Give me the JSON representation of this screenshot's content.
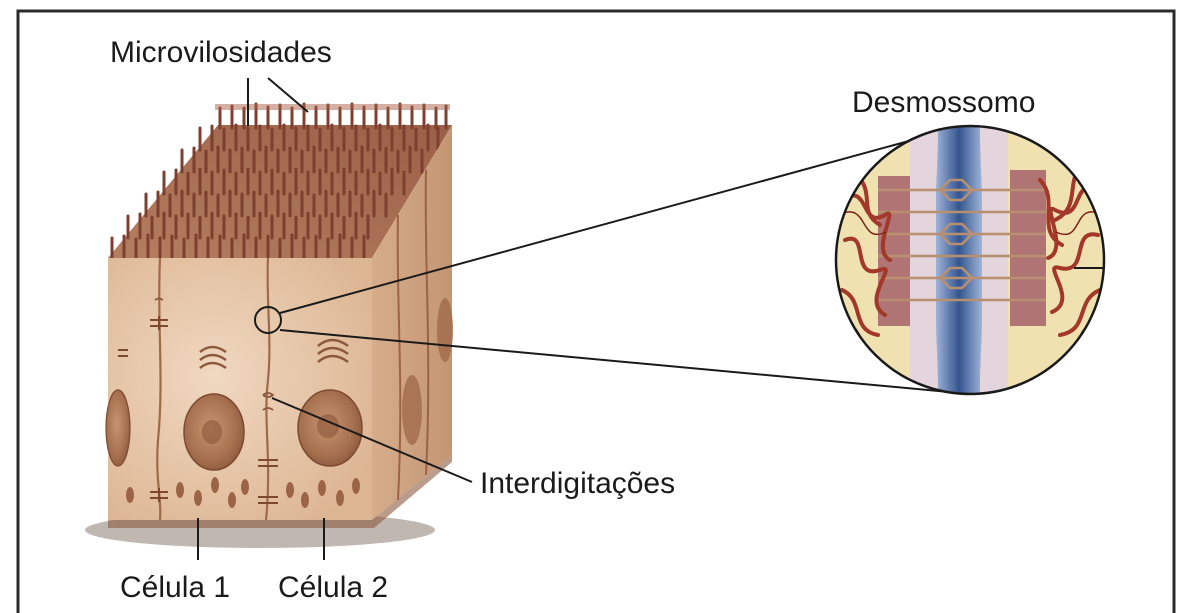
{
  "labels": {
    "microvilli": "Microvilosidades",
    "desmosome": "Desmossomo",
    "interdigitations": "Interdigitações",
    "cell1": "Célula 1",
    "cell2": "Célula 2"
  },
  "colors": {
    "frame": "#2b2b2b",
    "cell_front": "#e9cdb3",
    "cell_side": "#d9b393",
    "cell_top": "#c99473",
    "microvilli": "#8a4a3a",
    "nucleus": "#b07a58",
    "desmo_bg": "#efe2b0",
    "desmo_blue": "#4a6fa8",
    "desmo_plaque": "#b27a7a",
    "desmo_fiber": "#a83a2a"
  }
}
